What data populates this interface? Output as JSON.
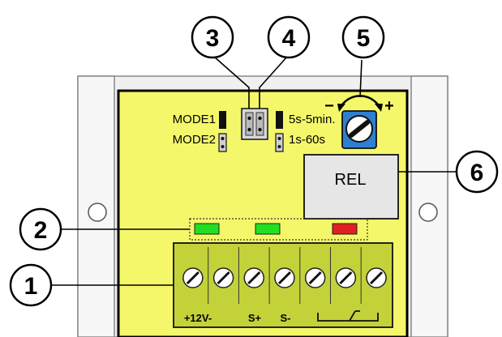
{
  "callouts": [
    "1",
    "2",
    "3",
    "4",
    "5",
    "6"
  ],
  "jumpers": {
    "mode1": "MODE1",
    "mode2": "MODE2",
    "time_long": "5s-5min.",
    "time_short": "1s-60s"
  },
  "potentiometer": {
    "minus": "−",
    "plus": "+"
  },
  "relay": {
    "label": "REL"
  },
  "terminals": {
    "count": 7,
    "labels": {
      "power": "+12V-",
      "s_plus": "S+",
      "s_minus": "S-"
    }
  },
  "leds": [
    {
      "color": "#21e021"
    },
    {
      "color": "#21e021"
    },
    {
      "color": "#e02020"
    }
  ],
  "colors": {
    "board": "#f4f76a",
    "terminal_block": "#c4d23a",
    "relay": "#e6e6e6",
    "pot_body": "#2f7fd0",
    "enclosure": "#f0f0f0"
  }
}
